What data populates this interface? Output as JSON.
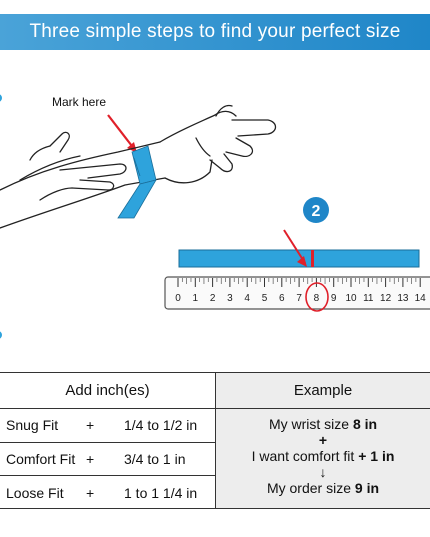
{
  "banner": {
    "title": "Three simple steps to find your perfect size"
  },
  "illustration": {
    "mark_label": "Mark here",
    "step_number": "2",
    "ruler_ticks": [
      "0",
      "1",
      "2",
      "3",
      "4",
      "5",
      "6",
      "7",
      "8",
      "9",
      "10",
      "11",
      "12",
      "13",
      "14"
    ],
    "highlighted_value": "8",
    "colors": {
      "band": "#2ea3dc",
      "marker": "#e0202a",
      "ruler_border": "#555555"
    }
  },
  "add_table": {
    "header": "Add inch(es)",
    "rows": [
      {
        "fit": "Snug Fit",
        "op": "+",
        "range": "1/4 to 1/2 in"
      },
      {
        "fit": "Comfort Fit",
        "op": "+",
        "range": "3/4 to 1 in"
      },
      {
        "fit": "Loose Fit",
        "op": "+",
        "range": "1 to 1 1/4 in"
      }
    ]
  },
  "example": {
    "header": "Example",
    "line1_text": "My wrist size ",
    "line1_value": "8 in",
    "plus": "+",
    "line2_text": "I want comfort fit ",
    "line2_value": "+ 1 in",
    "arrow": "↓",
    "line3_text": "My order size ",
    "line3_value": "9 in"
  }
}
